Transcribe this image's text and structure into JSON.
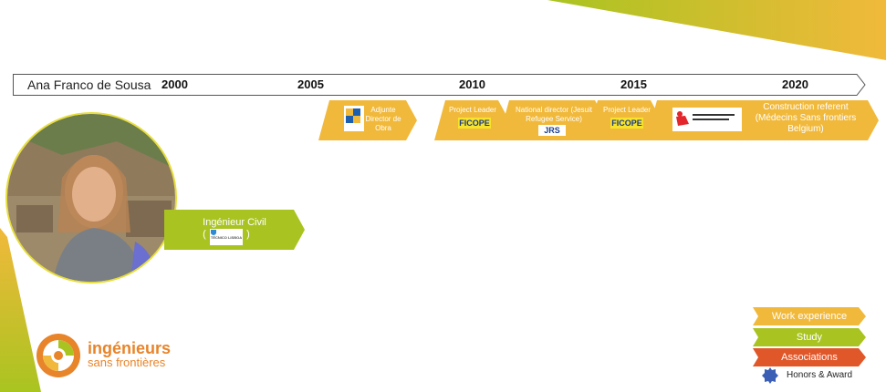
{
  "timeline": {
    "name": "Ana Franco de Sousa",
    "years": [
      "2000",
      "2005",
      "2010",
      "2015",
      "2020"
    ]
  },
  "experiences": [
    {
      "id": "e1",
      "label": "Adjunte Director de Obra",
      "logo": "company-logo"
    },
    {
      "id": "e2",
      "label": "Project Leader",
      "logo": "FICOPE"
    },
    {
      "id": "e3",
      "label": "National director (Jesuit Refugee Service)",
      "logo": "JRS"
    },
    {
      "id": "e4",
      "label": "Project Leader",
      "logo": "FICOPE"
    },
    {
      "id": "e5",
      "label": "Construction referent (Médecins Sans frontiers Belgium)",
      "logo": "msf-logo"
    }
  ],
  "study": {
    "label": "Ingénieur Civil",
    "paren_open": "(",
    "paren_close": ")",
    "logo": "TÉCNICO LISBOA"
  },
  "legend": {
    "work": "Work experience",
    "study": "Study",
    "associations": "Associations",
    "honors": "Honors & Award"
  },
  "brand": {
    "line1": "ingénieurs",
    "line2": "sans frontières"
  },
  "colors": {
    "work": "#f1b93b",
    "study": "#a9c420",
    "associations": "#e0572a",
    "honors": "#3a5fb5"
  }
}
